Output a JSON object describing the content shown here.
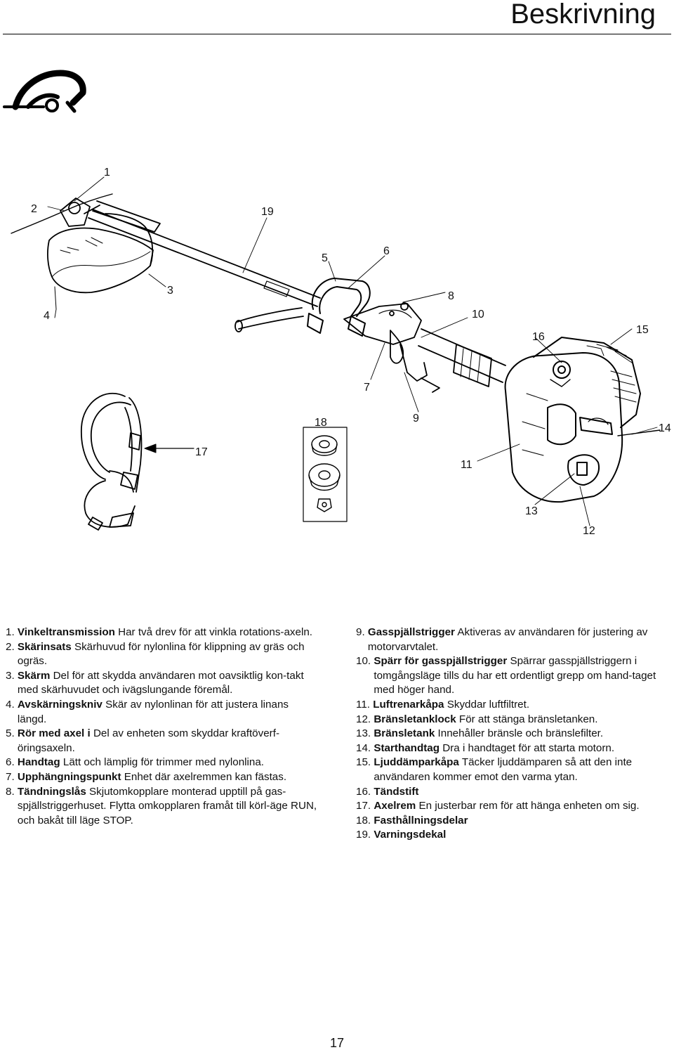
{
  "header": {
    "title": "Beskrivning"
  },
  "figure": {
    "callouts": {
      "c1": "1",
      "c2": "2",
      "c3": "3",
      "c4": "4",
      "c5": "5",
      "c6": "6",
      "c7": "7",
      "c8": "8",
      "c9": "9",
      "c10": "10",
      "c11": "11",
      "c12": "12",
      "c13": "13",
      "c14": "14",
      "c15": "15",
      "c16": "16",
      "c17": "17",
      "c18": "18",
      "c19": "19"
    }
  },
  "parts_left": [
    {
      "num": "1. ",
      "term": "Vinkeltransmission",
      "desc": "Har två drev för att vinkla rotations-axeln."
    },
    {
      "num": "2. ",
      "term": "Skärinsats",
      "desc": "Skärhuvud för nylonlina för klippning av gräs och ogräs."
    },
    {
      "num": "3. ",
      "term": "Skärm",
      "desc": "Del för att skydda användaren mot oavsiktlig kon-takt med skärhuvudet och ivägslungande föremål."
    },
    {
      "num": "4. ",
      "term": "Avskärningskniv",
      "desc": "Skär av nylonlinan för att justera linans längd."
    },
    {
      "num": "5. ",
      "term": "Rör med axel i",
      "desc": "Del av enheten som skyddar kraftöverf-öringsaxeln."
    },
    {
      "num": "6. ",
      "term": "Handtag",
      "desc": "Lätt och lämplig för trimmer med nylonlina."
    },
    {
      "num": "7. ",
      "term": "Upphängningspunkt",
      "desc": "Enhet där axelremmen kan fästas."
    },
    {
      "num": "8. ",
      "term": "Tändningslås",
      "desc": "Skjutomkopplare monterad upptill på gas-spjällstriggerhuset. Flytta omkopplaren framåt till körl-äge RUN, och bakåt till läge STOP."
    }
  ],
  "parts_right": [
    {
      "num": "9. ",
      "term": "Gasspjällstrigger",
      "desc": "Aktiveras av användaren för justering av motorvarvtalet."
    },
    {
      "num": "10. ",
      "term": "Spärr för gasspjällstrigger",
      "desc": "Spärrar gasspjällstriggern i tomgångsläge tills du har ett ordentligt grepp om hand-taget med höger hand."
    },
    {
      "num": "11. ",
      "term": "Luftrenarkåpa",
      "desc": "Skyddar luftfiltret."
    },
    {
      "num": "12. ",
      "term": "Bränsletanklock",
      "desc": "För att stänga bränsletanken."
    },
    {
      "num": "13. ",
      "term": "Bränsletank",
      "desc": "Innehåller bränsle och bränslefilter."
    },
    {
      "num": "14. ",
      "term": "Starthandtag",
      "desc": "Dra i handtaget för att starta motorn."
    },
    {
      "num": "15. ",
      "term": "Ljuddämparkåpa",
      "desc": "Täcker ljuddämparen så att den inte användaren kommer emot den varma ytan."
    },
    {
      "num": "16. ",
      "term": "Tändstift",
      "desc": ""
    },
    {
      "num": "17. ",
      "term": "Axelrem",
      "desc": "En justerbar rem för att hänga enheten om sig."
    },
    {
      "num": "18. ",
      "term": "Fasthållningsdelar",
      "desc": ""
    },
    {
      "num": "19. ",
      "term": "Varningsdekal",
      "desc": ""
    }
  ],
  "footer": {
    "page_number": "17"
  }
}
